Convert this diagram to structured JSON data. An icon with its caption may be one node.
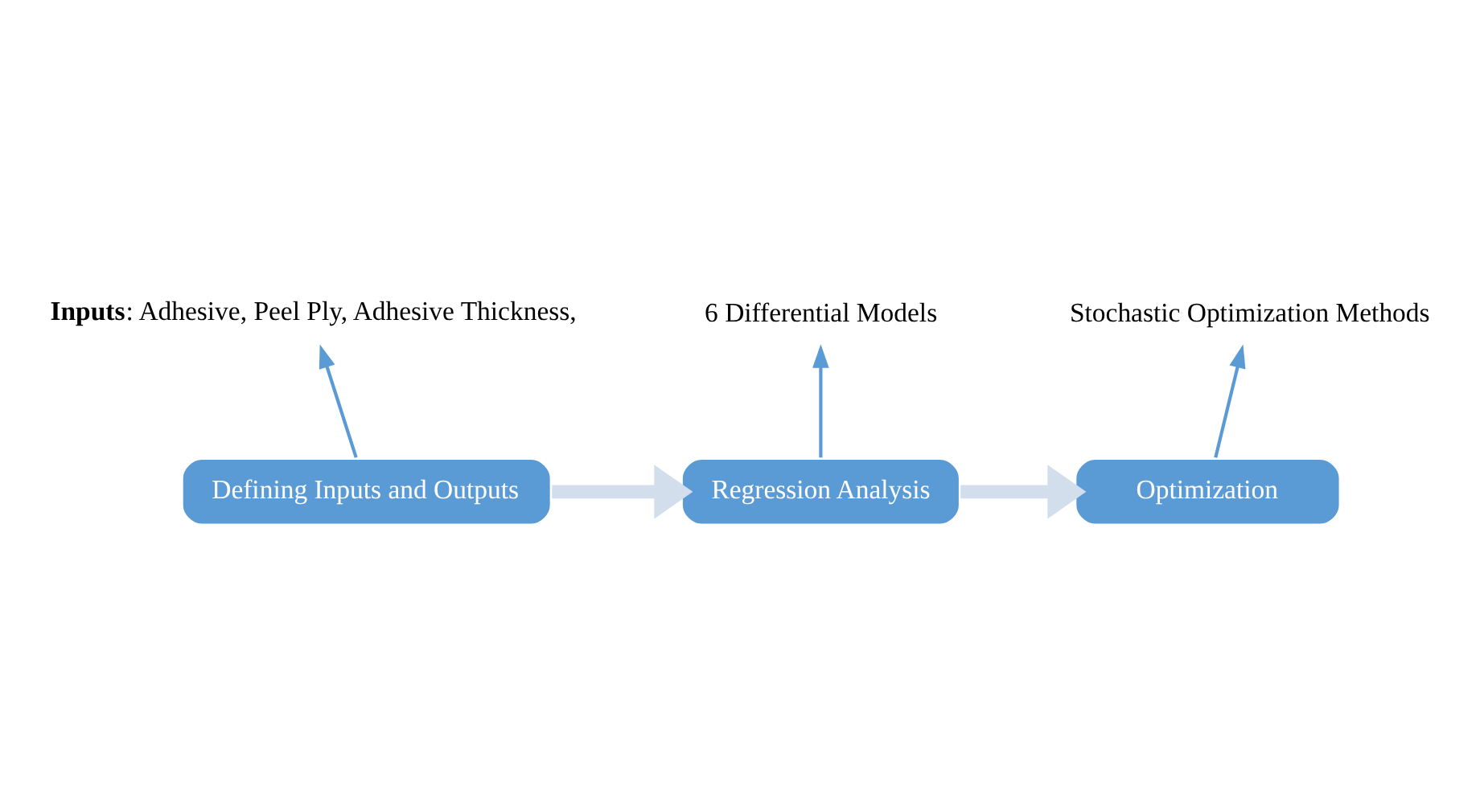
{
  "diagram": {
    "nodes": [
      {
        "text": [
          "Defining Inputs and Outputs"
        ]
      },
      {
        "text": [
          "Regression Analysis"
        ]
      },
      {
        "text": [
          "Optimization"
        ]
      },
      {
        "text": [
          "**Inputs**: Adhesive, Peel Ply, Adhesive Thickness,"
        ]
      },
      {
        "text": [
          "6 Differential Models"
        ]
      },
      {
        "text": [
          "Stochastic Optimization Methods"
        ]
      }
    ],
    "edges": [
      {
        "from": 0,
        "to": 1,
        "arrow": "to",
        "style": "thick",
        "color": "#d3deed"
      },
      {
        "from": 1,
        "to": 2,
        "arrow": "to",
        "style": "thick",
        "color": "#d3deed"
      },
      {
        "from": 0,
        "to": 3,
        "arrow": "to"
      },
      {
        "from": 1,
        "to": 4,
        "arrow": "to"
      },
      {
        "from": 2,
        "to": 5,
        "arrow": "to"
      }
    ]
  }
}
